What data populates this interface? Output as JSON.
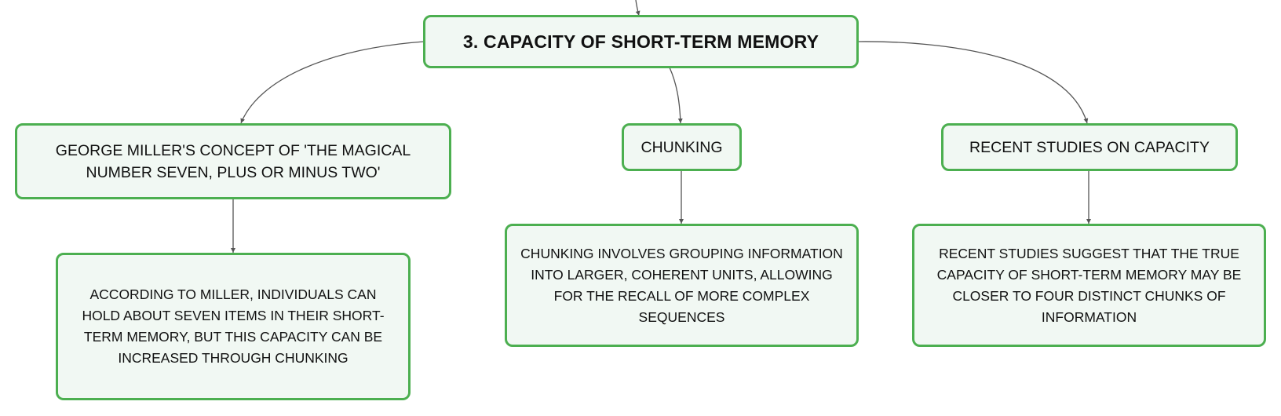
{
  "diagram": {
    "root": {
      "label": "3. CAPACITY OF SHORT-TERM MEMORY"
    },
    "branches": [
      {
        "id": "miller",
        "label": "GEORGE MILLER'S CONCEPT OF 'THE MAGICAL NUMBER SEVEN, PLUS OR MINUS TWO'",
        "detail": "ACCORDING TO MILLER, INDIVIDUALS CAN HOLD ABOUT SEVEN ITEMS IN THEIR SHORT-TERM MEMORY, BUT THIS CAPACITY CAN BE INCREASED THROUGH CHUNKING"
      },
      {
        "id": "chunking",
        "label": "CHUNKING",
        "detail": "CHUNKING INVOLVES GROUPING INFORMATION INTO LARGER, COHERENT UNITS, ALLOWING FOR THE RECALL OF MORE COMPLEX SEQUENCES"
      },
      {
        "id": "recent",
        "label": "RECENT STUDIES ON CAPACITY",
        "detail": "RECENT STUDIES SUGGEST THAT THE TRUE CAPACITY OF SHORT-TERM MEMORY MAY BE CLOSER TO FOUR DISTINCT CHUNKS OF INFORMATION"
      }
    ],
    "colors": {
      "node_border": "#4caf50",
      "node_fill": "#f1f8f3",
      "edge": "#555555",
      "text": "#111111"
    }
  }
}
